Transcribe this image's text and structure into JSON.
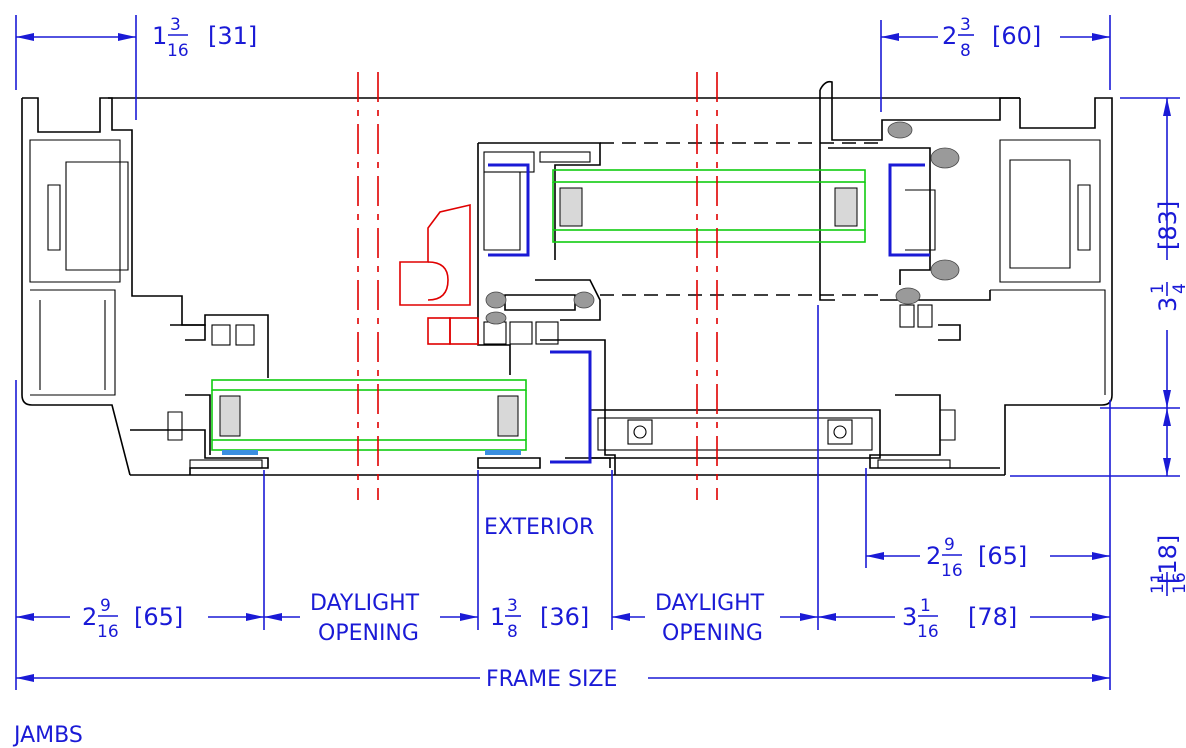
{
  "section_title": "JAMBS",
  "side_label": "EXTERIOR",
  "dimensions": {
    "top_left": {
      "whole": "1",
      "num": "3",
      "den": "16",
      "metric": "[31]"
    },
    "top_right": {
      "whole": "2",
      "num": "3",
      "den": "8",
      "metric": "[60]"
    },
    "right_upper": {
      "whole": "3",
      "num": "1",
      "den": "4",
      "metric": "[83]"
    },
    "right_lower": {
      "whole": "",
      "num": "11",
      "den": "16",
      "metric": "[18]"
    },
    "lower_right_offset": {
      "whole": "2",
      "num": "9",
      "den": "16",
      "metric": "[65]"
    },
    "bottom_left": {
      "whole": "2",
      "num": "9",
      "den": "16",
      "metric": "[65]"
    },
    "daylight_1": {
      "line1": "DAYLIGHT",
      "line2": "OPENING"
    },
    "center": {
      "whole": "1",
      "num": "3",
      "den": "8",
      "metric": "[36]"
    },
    "daylight_2": {
      "line1": "DAYLIGHT",
      "line2": "OPENING"
    },
    "bottom_right": {
      "whole": "3",
      "num": "1",
      "den": "16",
      "metric": "[78]"
    },
    "overall": "FRAME SIZE"
  },
  "colors": {
    "dimension": "#1a1ad6",
    "profile": "#000000",
    "glass": "#11cc11",
    "center_line": "#e00000"
  }
}
